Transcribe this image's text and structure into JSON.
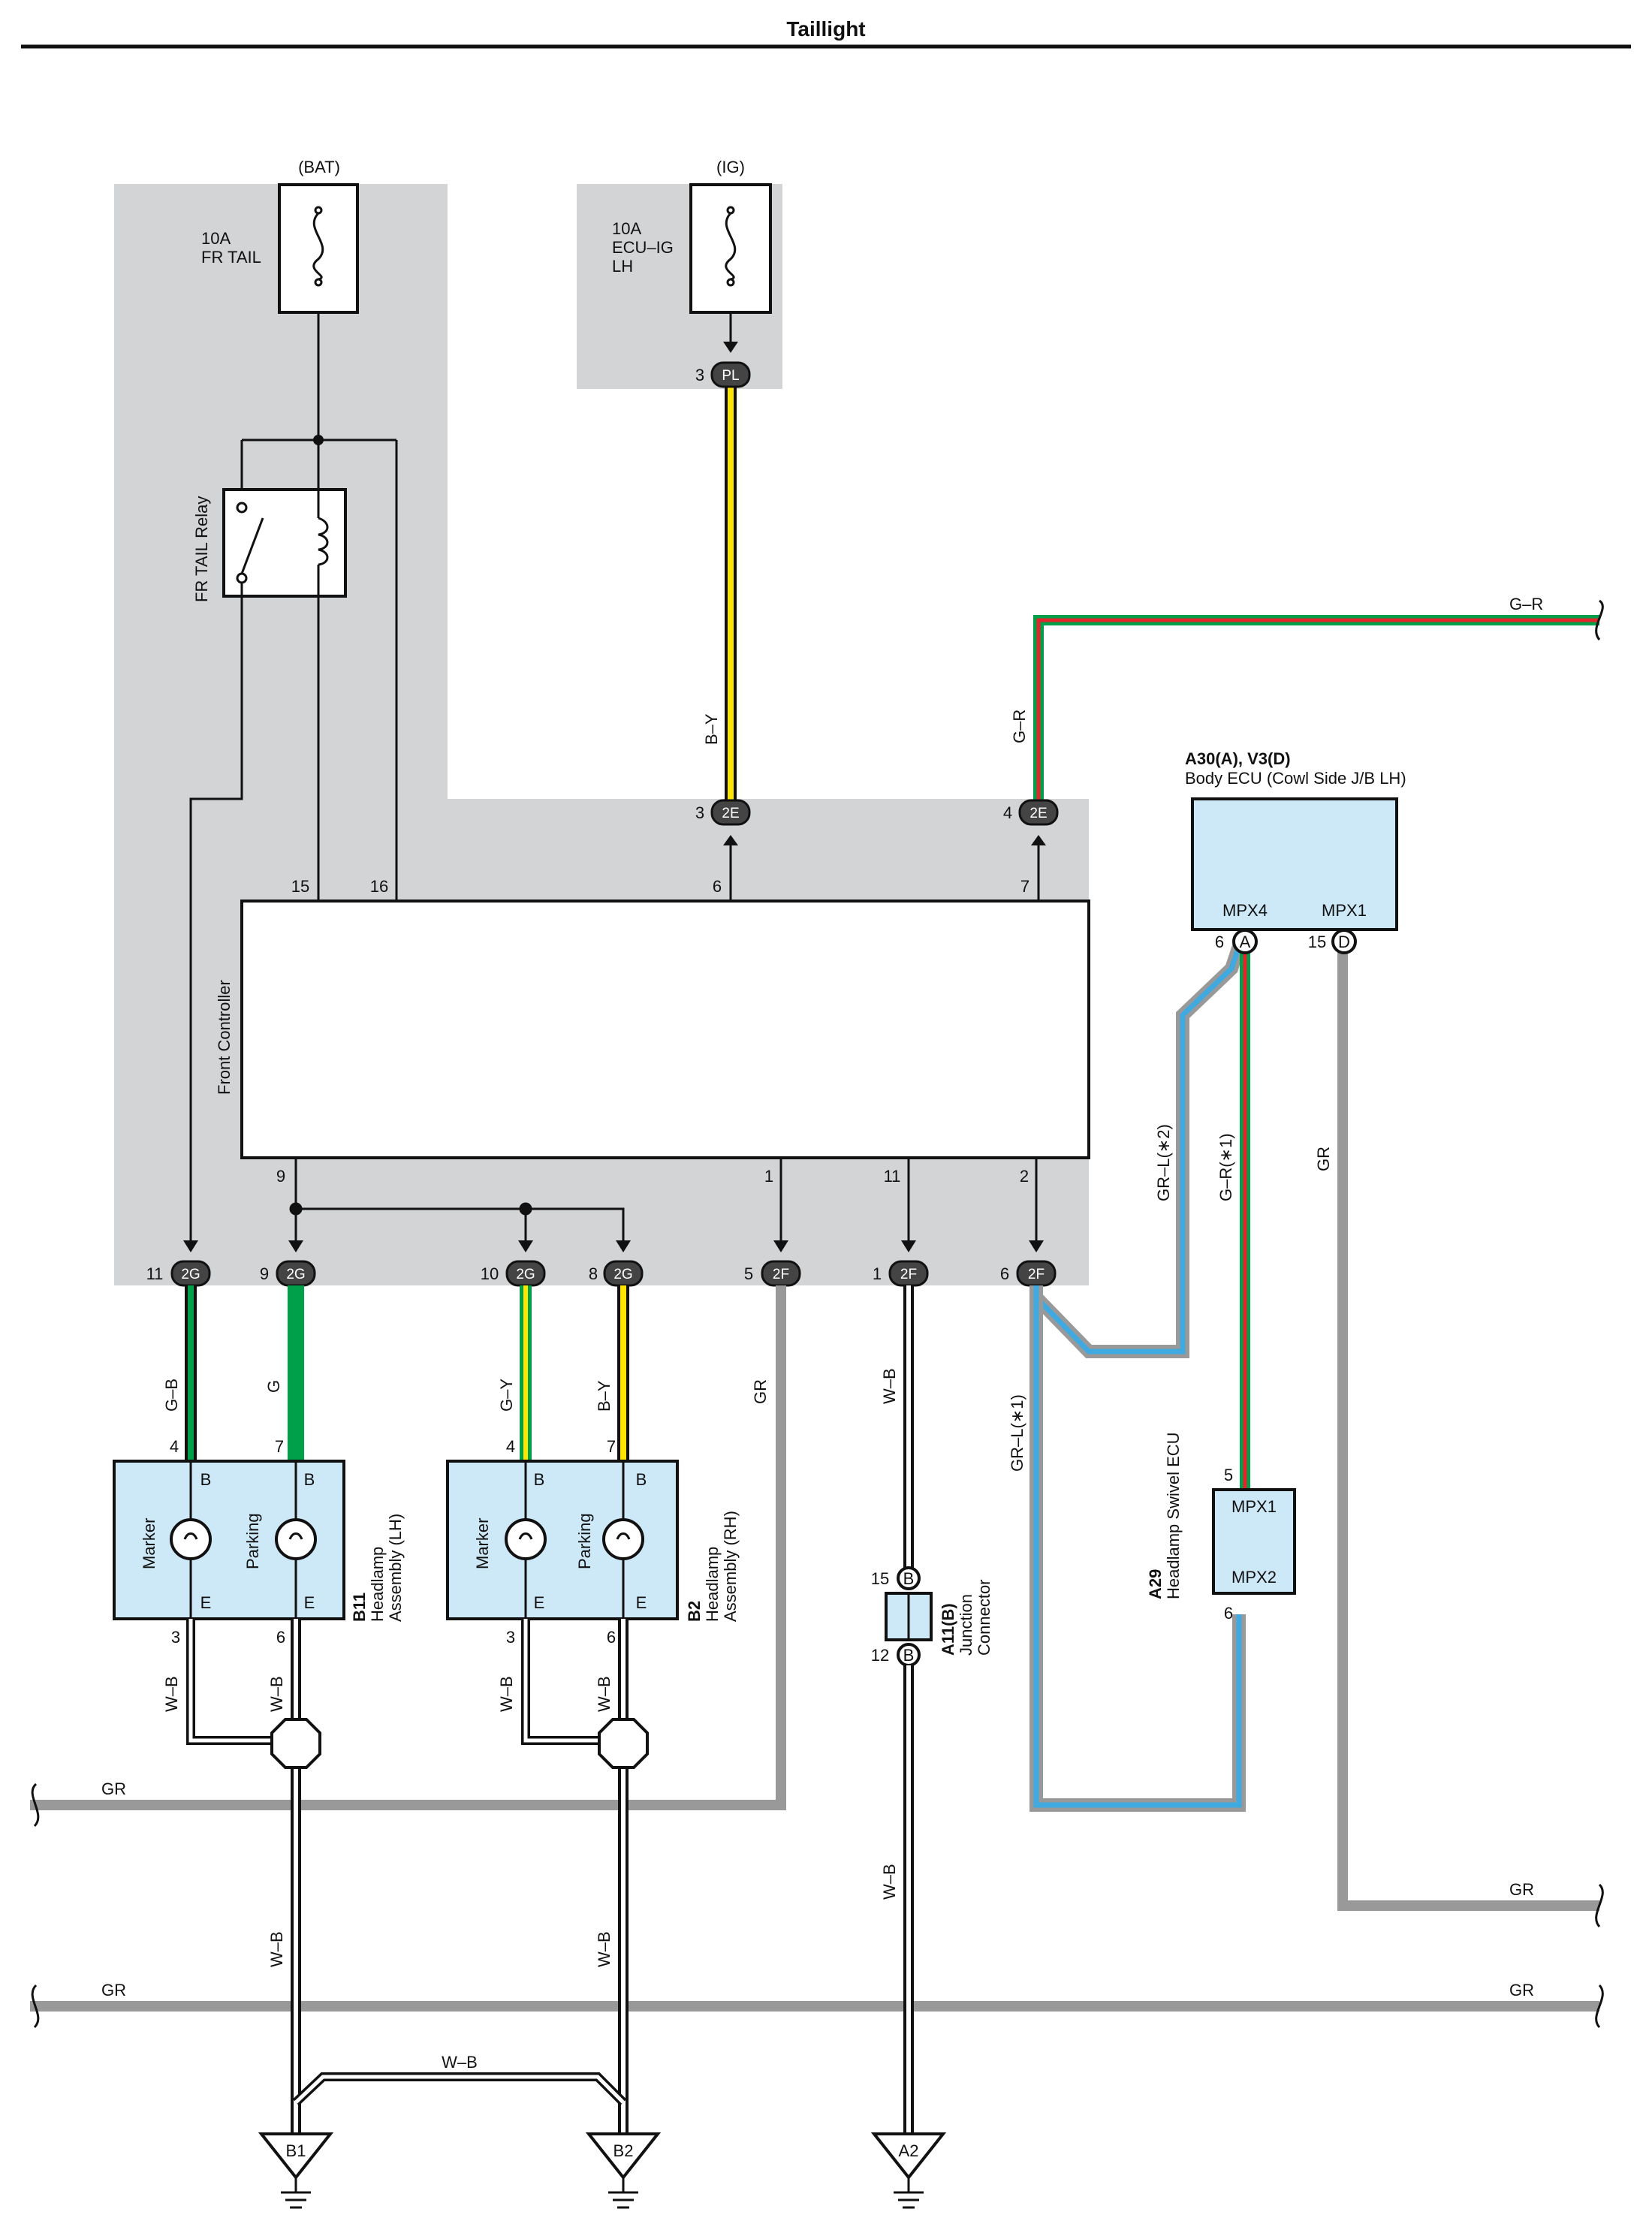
{
  "title": "Taillight",
  "fuses": {
    "bat": {
      "source": "(BAT)",
      "line1": "10A",
      "line2": "FR TAIL",
      "line3": ""
    },
    "ig": {
      "source": "(IG)",
      "line1": "10A",
      "line2": "ECU–IG",
      "line3": "LH"
    }
  },
  "relay_label": "FR TAIL Relay",
  "front_controller": {
    "label": "Front Controller",
    "top_pins": [
      "15",
      "16",
      "6",
      "7"
    ],
    "bottom_pins": [
      "9",
      "1",
      "11",
      "2"
    ]
  },
  "connectors": {
    "pl": {
      "code": "PL",
      "pin": "3"
    },
    "e2_left": {
      "code": "2E",
      "pin": "3"
    },
    "e2_right": {
      "code": "2E",
      "pin": "4"
    },
    "g_11": {
      "code": "2G",
      "pin": "11"
    },
    "g_9": {
      "code": "2G",
      "pin": "9"
    },
    "g_10": {
      "code": "2G",
      "pin": "10"
    },
    "g_8": {
      "code": "2G",
      "pin": "8"
    },
    "f_5": {
      "code": "2F",
      "pin": "5"
    },
    "f_1": {
      "code": "2F",
      "pin": "1"
    },
    "f_6": {
      "code": "2F",
      "pin": "6"
    }
  },
  "wire_labels": {
    "by_top": "B–Y",
    "gr_top_vertical": "G–R",
    "gr_top_right": "G–R",
    "gb": "G–B",
    "g": "G",
    "gy": "G–Y",
    "by_rh": "B–Y",
    "gr_f5": "GR",
    "wb_f1": "W–B",
    "grl_1": "GR–L(∗1)",
    "grl_2": "GR–L(∗2)",
    "grr_1": "G–R(∗1)",
    "gr_mpx1": "GR",
    "wb_lh_3": "W–B",
    "wb_lh_6": "W–B",
    "wb_rh_3": "W–B",
    "wb_rh_6": "W–B",
    "gr_bus_1": "GR",
    "wb_lower_lh": "W–B",
    "wb_lower_rh": "W–B",
    "wb_lower_jc": "W–B",
    "wb_cross": "W–B",
    "gr_bus_2_left": "GR",
    "gr_bus_2_right": "GR",
    "gr_bus_mpx1": "GR"
  },
  "body_ecu": {
    "code": "A30(A), V3(D)",
    "name": "Body ECU (Cowl Side J/B LH)",
    "mpx4": "MPX4",
    "mpx1": "MPX1",
    "pin_a_num": "6",
    "pin_a": "A",
    "pin_d_num": "15",
    "pin_d": "D"
  },
  "swivel_ecu": {
    "code": "A29",
    "name": "Headlamp Swivel ECU",
    "mpx1": "MPX1",
    "mpx2": "MPX2",
    "pin_top": "5",
    "pin_bottom": "6"
  },
  "headlamp_lh": {
    "code": "B11",
    "name1": "Headlamp",
    "name2": "Assembly (LH)",
    "marker": "Marker",
    "parking": "Parking",
    "b": "B",
    "e": "E",
    "pin_marker_top": "4",
    "pin_parking_top": "7",
    "pin_marker_bottom": "3",
    "pin_parking_bottom": "6"
  },
  "headlamp_rh": {
    "code": "B2",
    "name1": "Headlamp",
    "name2": "Assembly (RH)",
    "marker": "Marker",
    "parking": "Parking",
    "b": "B",
    "e": "E",
    "pin_marker_top": "4",
    "pin_parking_top": "7",
    "pin_marker_bottom": "3",
    "pin_parking_bottom": "6"
  },
  "junction": {
    "code": "A11(B)",
    "name1": "Junction",
    "name2": "Connector",
    "pin_top": "15",
    "pin_bottom": "12",
    "tag": "B"
  },
  "grounds": [
    "B1",
    "B2",
    "A2"
  ],
  "colors": {
    "shade": "#d3d4d6",
    "component_fill": "#cde8f7",
    "green": "#00a04a",
    "yellow": "#ffe500",
    "red": "#e3262c",
    "blue": "#3fa9e0",
    "gray_wire": "#999999",
    "black": "#111111"
  }
}
